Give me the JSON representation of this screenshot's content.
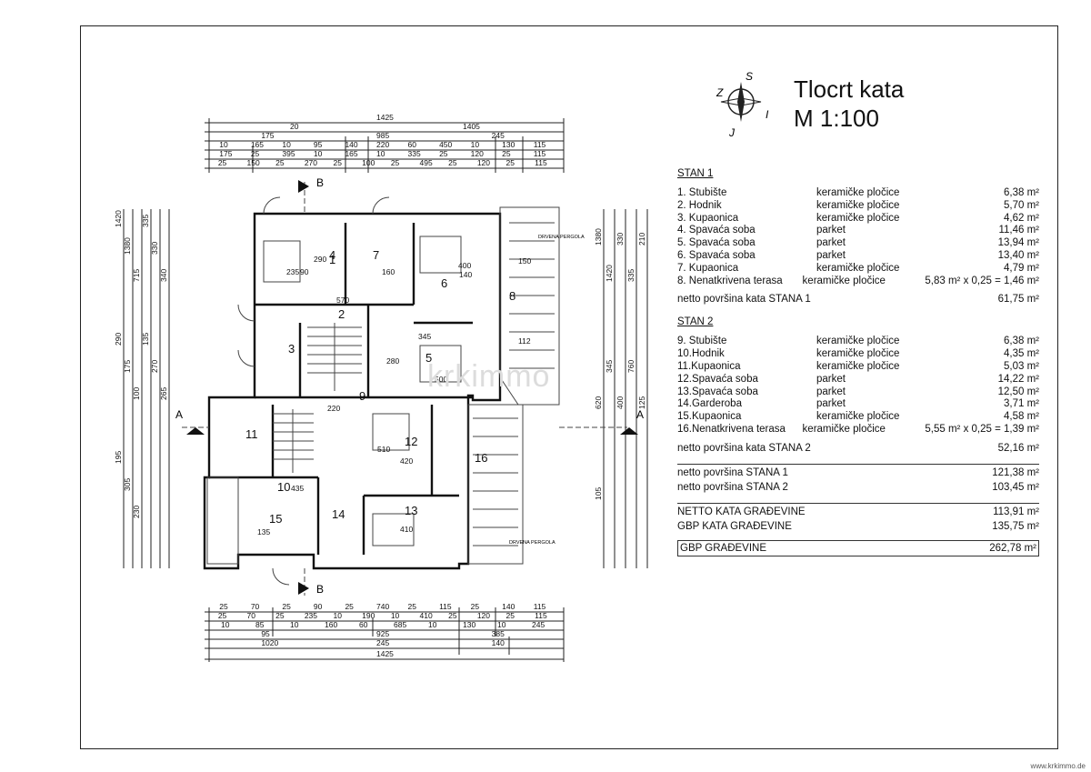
{
  "title": {
    "line1": "Tlocrt kata",
    "line2": "M 1:100"
  },
  "compass": {
    "n": "S",
    "e": "I",
    "s": "J",
    "w": "Z"
  },
  "stan1": {
    "heading": "STAN 1",
    "rooms": [
      {
        "name": "1.  Stubište",
        "material": "keramičke pločice",
        "area": "6,38 m²"
      },
      {
        "name": "2.  Hodnik",
        "material": "keramičke pločice",
        "area": "5,70 m²"
      },
      {
        "name": "3.  Kupaonica",
        "material": "keramičke pločice",
        "area": "4,62 m²"
      },
      {
        "name": "4.  Spavaća soba",
        "material": "parket",
        "area": "11,46 m²"
      },
      {
        "name": "5.  Spavaća soba",
        "material": "parket",
        "area": "13,94 m²"
      },
      {
        "name": "6.  Spavaća soba",
        "material": "parket",
        "area": "13,40 m²"
      },
      {
        "name": "7.  Kupaonica",
        "material": "keramičke pločice",
        "area": "4,79 m²"
      },
      {
        "name": "8.  Nenatkrivena terasa",
        "material": "keramičke pločice",
        "area": "5,83 m² x 0,25 = 1,46 m²"
      }
    ],
    "net_label": "netto površina kata STANA 1",
    "net_value": "61,75 m²"
  },
  "stan2": {
    "heading": "STAN 2",
    "rooms": [
      {
        "name": "9.  Stubište",
        "material": "keramičke pločice",
        "area": "6,38 m²"
      },
      {
        "name": "10.Hodnik",
        "material": "keramičke pločice",
        "area": "4,35 m²"
      },
      {
        "name": "11.Kupaonica",
        "material": "keramičke pločice",
        "area": "5,03 m²"
      },
      {
        "name": "12.Spavaća soba",
        "material": "parket",
        "area": "14,22 m²"
      },
      {
        "name": "13.Spavaća soba",
        "material": "parket",
        "area": "12,50 m²"
      },
      {
        "name": "14.Garderoba",
        "material": "parket",
        "area": "3,71 m²"
      },
      {
        "name": "15.Kupaonica",
        "material": "keramičke pločice",
        "area": "4,58 m²"
      },
      {
        "name": "16.Nenatkrivena terasa",
        "material": "keramičke pločice",
        "area": "5,55 m² x 0,25 = 1,39 m²"
      }
    ],
    "net_label": "netto površina kata STANA 2",
    "net_value": "52,16 m²"
  },
  "totals": [
    {
      "label": "netto površina STANA 1",
      "value": "121,38 m²"
    },
    {
      "label": "netto površina STANA 2",
      "value": "103,45 m²"
    }
  ],
  "building": [
    {
      "label": "NETTO KATA GRAĐEVINE",
      "value": "113,91 m²"
    },
    {
      "label": "GBP KATA GRAĐEVINE",
      "value": "135,75 m²"
    }
  ],
  "gbp": {
    "label": "GBP GRAĐEVINE",
    "value": "262,78 m²"
  },
  "plan": {
    "top_dims": {
      "r1": [
        "1425"
      ],
      "r2": [
        "20",
        "1405"
      ],
      "r3": [
        "175",
        "985",
        "245"
      ],
      "r4": [
        "10",
        "165",
        "10",
        "95",
        "140",
        "220",
        "60",
        "450",
        "10",
        "130",
        "115"
      ],
      "r5": [
        "175",
        "25",
        "395",
        "10",
        "165",
        "10",
        "335",
        "25",
        "120",
        "25",
        "115"
      ],
      "r6": [
        "25",
        "150",
        "25",
        "270",
        "25",
        "100",
        "25",
        "495",
        "25",
        "120",
        "25",
        "115"
      ]
    },
    "bottom_dims": {
      "r1": [
        "25",
        "70",
        "25",
        "90",
        "25",
        "740",
        "25",
        "115",
        "25",
        "140",
        "115"
      ],
      "r2": [
        "25",
        "70",
        "25",
        "235",
        "10",
        "190",
        "10",
        "410",
        "25",
        "120",
        "25",
        "115"
      ],
      "r3": [
        "10",
        "85",
        "10",
        "160",
        "60",
        "685",
        "10",
        "130",
        "10",
        "245"
      ],
      "r4": [
        "95",
        "925",
        "385"
      ],
      "r5": [
        "1020",
        "245",
        "140"
      ],
      "r6": [
        "1425"
      ]
    },
    "left_dims": [
      "1420",
      "1380",
      "715",
      "335",
      "330",
      "340",
      "290",
      "175",
      "100",
      "135",
      "270",
      "265",
      "195",
      "305",
      "230"
    ],
    "right_dims": [
      "1380",
      "1420",
      "330",
      "335",
      "210",
      "620",
      "345",
      "400",
      "760",
      "125",
      "105"
    ],
    "sections": {
      "a": "A",
      "b": "B"
    },
    "room_numbers": [
      "1",
      "2",
      "3",
      "4",
      "5",
      "6",
      "7",
      "8",
      "9",
      "10",
      "11",
      "12",
      "13",
      "14",
      "15",
      "16"
    ],
    "room_dims": [
      "235",
      "290",
      "90",
      "570",
      "345",
      "510",
      "420",
      "410",
      "435",
      "135",
      "220",
      "280",
      "500",
      "160",
      "150",
      "112",
      "140",
      "400"
    ],
    "pergola": "DRVENA PERGOLA"
  },
  "watermark": "krkimmo",
  "footer": "www.krkimmo.de"
}
